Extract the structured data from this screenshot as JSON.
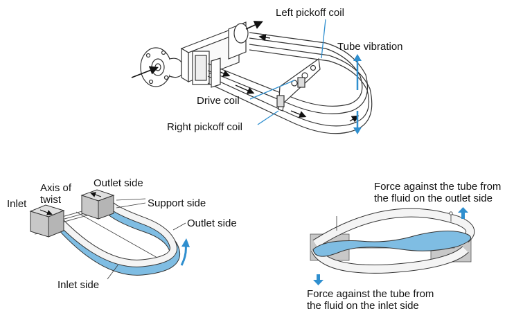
{
  "colors": {
    "accent_blue": "#2f8fcf",
    "tube_fill": "#f2f2f2",
    "twisted_tube_blue": "#7fbde3",
    "block_gray": "#c8c8c8",
    "outline": "#333333"
  },
  "top_diagram": {
    "labels": {
      "left_pickoff_coil": "Left pickoff coil",
      "tube_vibration": "Tube vibration",
      "drive_coil": "Drive coil",
      "right_pickoff_coil": "Right pickoff coil"
    }
  },
  "bottom_left_diagram": {
    "labels": {
      "inlet": "Inlet",
      "axis_of_twist_1": "Axis of",
      "axis_of_twist_2": "twist",
      "outlet_side_top": "Outlet side",
      "support_side": "Support side",
      "outlet_side_right": "Outlet side",
      "inlet_side": "Inlet side"
    }
  },
  "bottom_right_diagram": {
    "labels": {
      "force_outlet_1": "Force against the tube from",
      "force_outlet_2": "the fluid on the outlet side",
      "force_inlet_1": "Force against the tube from",
      "force_inlet_2": "the fluid on the inlet side"
    }
  }
}
